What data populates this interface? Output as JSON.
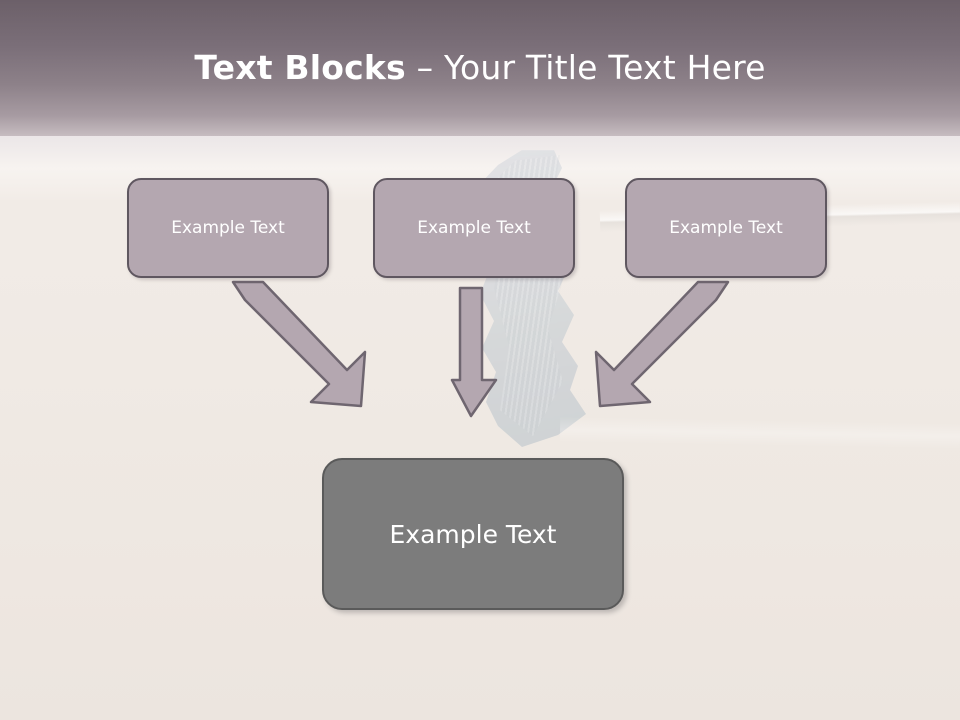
{
  "slide": {
    "title_bold": "Text Blocks",
    "title_separator": " – ",
    "title_light": "Your Title Text Here"
  },
  "diagram": {
    "top_boxes": [
      {
        "label": "Example Text"
      },
      {
        "label": "Example Text"
      },
      {
        "label": "Example Text"
      }
    ],
    "bottom_box": {
      "label": "Example Text"
    },
    "arrows": [
      {
        "name": "arrow-left-diagonal",
        "direction": "down-right"
      },
      {
        "name": "arrow-middle-vertical",
        "direction": "down"
      },
      {
        "name": "arrow-right-diagonal",
        "direction": "down-left"
      }
    ]
  },
  "colors": {
    "header_top": "#6c6069",
    "header_bottom": "#c6bcc0",
    "top_box_fill": "#b4a7b0",
    "top_box_border": "#5f5760",
    "bottom_box_fill": "#7c7c7c",
    "bottom_box_border": "#5a5a5a",
    "arrow_fill": "#b4a7b0",
    "arrow_border": "#6f6670",
    "background": "#f0ebe6"
  }
}
